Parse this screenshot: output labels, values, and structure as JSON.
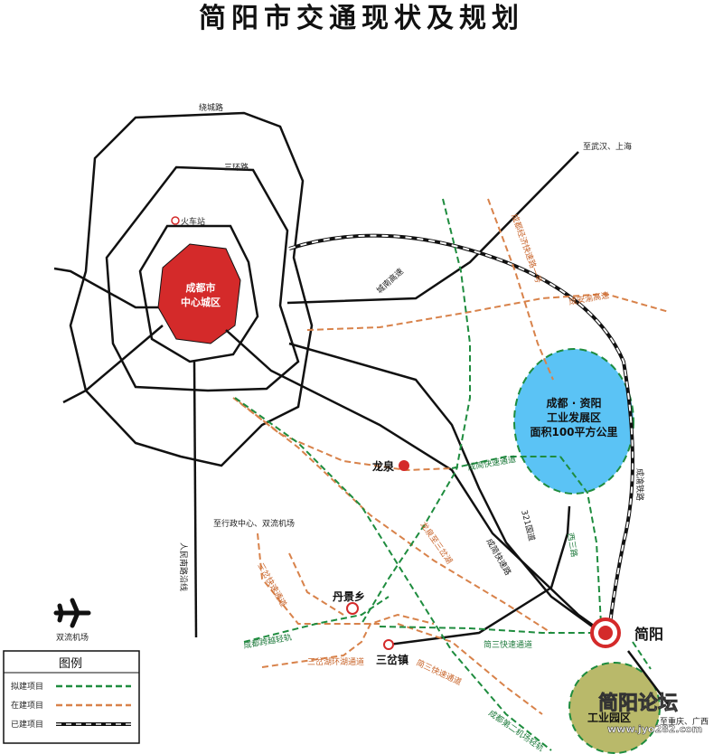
{
  "title": "简阳市交通现状及规划",
  "colors": {
    "planned": "#1e8c3e",
    "under_construction": "#d8824a",
    "existing": "#111111",
    "chengdu_core": "#d42a2a",
    "industrial_zone": "#5bc3f5",
    "industrial_park": "#b9b96a",
    "city_marker": "#d42a2a"
  },
  "roads": {
    "ring_outer": "绕城路",
    "ring_third": "三环路",
    "train_station": "火车站",
    "chengnan_expressway": "城南高速",
    "to_wuhan_shanghai": "至武汉、上海",
    "chengjian_road_1": "成都经济快速路一号",
    "chengan_expressway": "成安渝高速",
    "chengyu_railway": "成渝铁路",
    "road_321": "321国道",
    "chengjian_fast": "成简快速通道",
    "chengjian_fast_2": "成简快速路",
    "xisan_road": "西三路",
    "to_admin_airport": "至行政中心、双流机场",
    "renmin_south": "人民南路沿线",
    "sancha_lake_ring": "三岔湖环湖通道",
    "chengdu_light_rail": "成都跨越轻轨",
    "jiansan_fast": "简三快速通道",
    "chengdu_2nd_airport": "成都第二机场轻轨",
    "longquan_sancha": "龙泉至三岔湖",
    "sancha_fast": "三岔快速通道",
    "jiansan_light": "简三快速通道"
  },
  "places": {
    "chengdu_core_line1": "成都市",
    "chengdu_core_line2": "中心城区",
    "zone_line1": "成都 · 资阳",
    "zone_line2": "工业发展区",
    "zone_line3": "面积100平方公里",
    "longquan": "龙泉",
    "danjing": "丹景乡",
    "sancha": "三岔镇",
    "jianyang": "简阳",
    "industrial_park": "工业园区",
    "to_chongqing": "至重庆、广西",
    "airport": "双流机场"
  },
  "legend": {
    "title": "图例",
    "planned": "拟建项目",
    "under_construction": "在建项目",
    "existing": "已建项目"
  },
  "watermark": {
    "brand": "简阳论坛",
    "url": "www.jyo282.com"
  }
}
